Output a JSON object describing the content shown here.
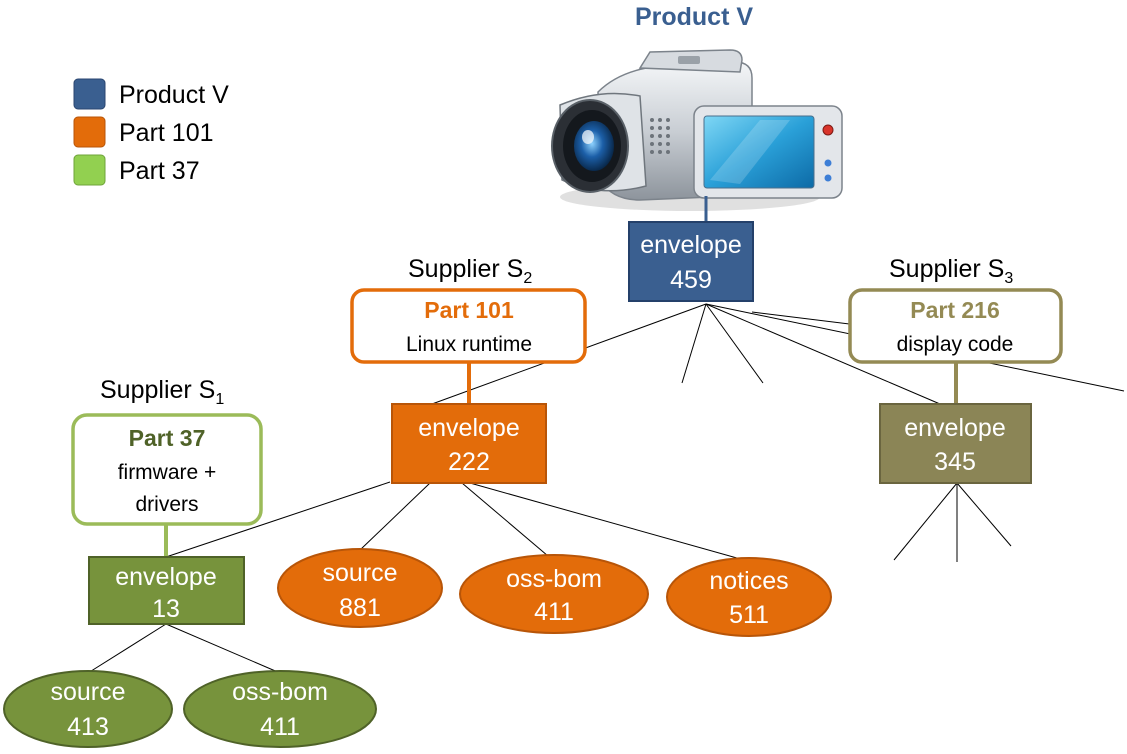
{
  "title": "Product V",
  "legend": [
    {
      "label": "Product V",
      "color": "#3a5f90"
    },
    {
      "label": "Part 101",
      "color": "#e36c0a"
    },
    {
      "label": "Part 37",
      "color": "#92d050"
    }
  ],
  "suppliers": {
    "s1": {
      "prefix": "Supplier S",
      "sub": "1"
    },
    "s2": {
      "prefix": "Supplier S",
      "sub": "2"
    },
    "s3": {
      "prefix": "Supplier S",
      "sub": "3"
    }
  },
  "parts": {
    "p101": {
      "name": "Part 101",
      "desc": "Linux runtime"
    },
    "p216": {
      "name": "Part 216",
      "desc": "display code"
    },
    "p37": {
      "name": "Part 37",
      "desc_line1": "firmware +",
      "desc_line2": "drivers"
    }
  },
  "envelopes": {
    "e459": {
      "label": "envelope",
      "id": "459"
    },
    "e222": {
      "label": "envelope",
      "id": "222"
    },
    "e345": {
      "label": "envelope",
      "id": "345"
    },
    "e13": {
      "label": "envelope",
      "id": "13"
    }
  },
  "artifacts": {
    "source881": {
      "label": "source",
      "id": "881"
    },
    "ossbom411a": {
      "label": "oss-bom",
      "id": "411"
    },
    "notices511": {
      "label": "notices",
      "id": "511"
    },
    "source413": {
      "label": "source",
      "id": "413"
    },
    "ossbom411b": {
      "label": "oss-bom",
      "id": "411"
    }
  },
  "colors": {
    "product": "#3a5f90",
    "part101": "#e36c0a",
    "part37_border": "#9bbb59",
    "part37_fill": "#77933c",
    "part216_border": "#948a54",
    "part216_fill": "#8b8556",
    "part101_text": "#e36c0a",
    "part37_text": "#4f6228",
    "part216_text": "#948a54",
    "title_text": "#3a5f90"
  },
  "icon": "video-camera-icon"
}
